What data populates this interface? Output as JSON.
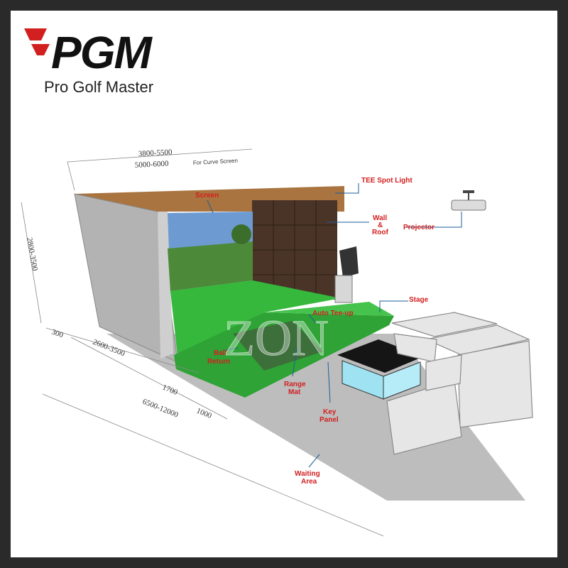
{
  "brand": {
    "logo_text": "PGM",
    "tagline": "Pro Golf Master",
    "colors": {
      "red": "#d21f1f",
      "black": "#111111"
    }
  },
  "watermark": "ZON",
  "dimensions": {
    "width": "3800-5500",
    "width_curve": "5000-6000",
    "width_curve_note": "For Curve Screen",
    "height": "2800-3500",
    "d_300": "300",
    "d_depth": "2600-3500",
    "d_1700": "1700",
    "d_1000": "1000",
    "total_depth": "6500-12000"
  },
  "labels": {
    "screen": "Screen",
    "tee_spot_light": "TEE Spot Light",
    "wall": "Wall",
    "amp": "&",
    "roof": "Roof",
    "projector": "Projector",
    "stage": "Stage",
    "auto_tee_up": "Auto Tee-up",
    "ball": "Ball",
    "return": "Return",
    "range": "Range",
    "mat": "Mat",
    "key": "Key",
    "panel": "Panel",
    "waiting": "Waiting",
    "area": "Area"
  }
}
